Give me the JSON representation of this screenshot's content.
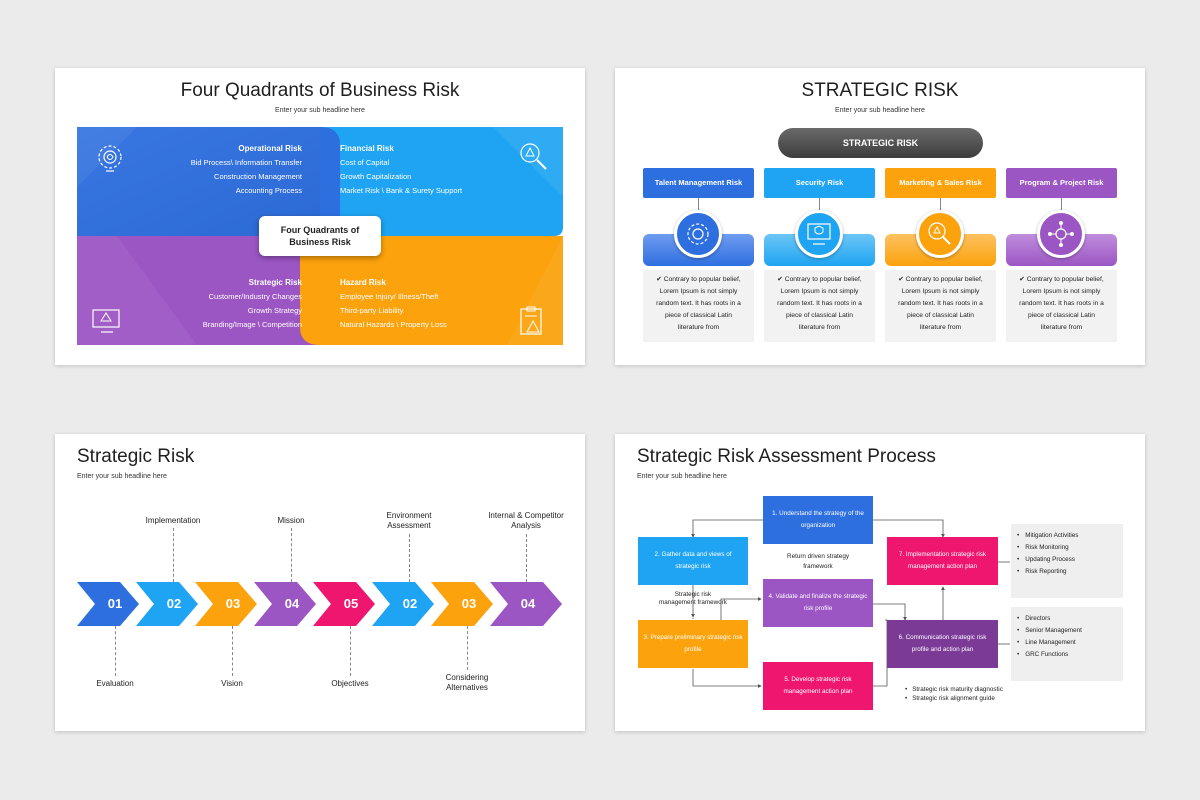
{
  "slide1": {
    "title": "Four Quadrants of Business Risk",
    "subtitle": "Enter your sub headline here",
    "center": [
      "Four Quadrants of",
      "Business Risk"
    ],
    "operational": {
      "heading": "Operational Risk",
      "items": [
        "Bid Process\\ Information Transfer",
        "Construction Management",
        "Accounting Process"
      ],
      "color": "#2e6fe0"
    },
    "financial": {
      "heading": "Financial Risk",
      "items": [
        "Cost of Capital",
        "Growth Capitalization",
        "Market Risk \\ Bank & Surety Support"
      ],
      "color": "#1ea4f2"
    },
    "strategic": {
      "heading": "Strategic Risk",
      "items": [
        "Customer/Industry Changes",
        "Growth Strategy",
        "Branding/Image \\ Competition"
      ],
      "color": "#9b56c3"
    },
    "hazard": {
      "heading": "Hazard Risk",
      "items": [
        "Employee Injury/ Illness/Theft",
        "Third-party Liability",
        "Natural Hazards \\ Property Loss"
      ],
      "color": "#fba20c"
    }
  },
  "slide2": {
    "title": "STRATEGIC RISK",
    "subtitle": "Enter your sub headline here",
    "pill": "STRATEGIC RISK",
    "columns": [
      {
        "label": "Talent Management Risk",
        "color": "#2e6fe0",
        "icon": "brain-gear-icon"
      },
      {
        "label": "Security Risk",
        "color": "#1ea4f2",
        "icon": "monitor-shield-icon"
      },
      {
        "label": "Marketing & Sales Risk",
        "color": "#fba20c",
        "icon": "magnifier-warning-icon"
      },
      {
        "label": "Program & Project Risk",
        "color": "#9b56c3",
        "icon": "network-gear-icon"
      }
    ],
    "description": [
      "Contrary to popular belief,",
      "Lorem Ipsum is not simply",
      "random text. It has roots in a",
      "piece of classical Latin",
      "literature from"
    ]
  },
  "slide3": {
    "title": "Strategic Risk",
    "subtitle": "Enter your sub headline here",
    "steps": [
      {
        "num": "01",
        "color": "#2e6fe0"
      },
      {
        "num": "02",
        "color": "#1ea4f2"
      },
      {
        "num": "03",
        "color": "#fba20c"
      },
      {
        "num": "04",
        "color": "#9b56c3"
      },
      {
        "num": "05",
        "color": "#ef1670"
      },
      {
        "num": "02",
        "color": "#1ea4f2"
      },
      {
        "num": "03",
        "color": "#fba20c"
      },
      {
        "num": "04",
        "color": "#9b56c3"
      }
    ],
    "top_labels": [
      "Implementation",
      "Mission",
      "Environment Assessment",
      "Internal & Competitor Analysis"
    ],
    "bottom_labels": [
      "Evaluation",
      "Vision",
      "Objectives",
      "Considering Alternatives"
    ]
  },
  "slide4": {
    "title": "Strategic Risk Assessment Process",
    "subtitle": "Enter your sub headline here",
    "boxes": [
      {
        "text": "1. Understand the strategy of the organization",
        "color": "#2e6fe0"
      },
      {
        "text": "2. Gather data and views of strategic risk",
        "color": "#1ea4f2"
      },
      {
        "text": "3. Prepare preliminary strategic risk profile",
        "color": "#fba20c"
      },
      {
        "text": "4. Validate and finalize the strategic risk profile",
        "color": "#9b56c3"
      },
      {
        "text": "5. Develop strategic risk management action plan",
        "color": "#ef1670"
      },
      {
        "text": "6. Communication strategic risk profile and action plan",
        "color": "#7a3a96"
      },
      {
        "text": "7. Implementation strategic risk management action plan",
        "color": "#ef1670"
      }
    ],
    "note_center": "Return driven strategy framework",
    "note_left": "Strategic risk management framework",
    "list_top": [
      "Mitigation Activities",
      "Risk Monitoring",
      "Updating Process",
      "Risk Reporting"
    ],
    "list_bottom": [
      "Directors",
      "Senior Management",
      "Line Management",
      "GRC Functions"
    ],
    "bottom_bullets": [
      "Strategic risk maturity diagnostic",
      "Strategic risk alignment guide"
    ]
  }
}
